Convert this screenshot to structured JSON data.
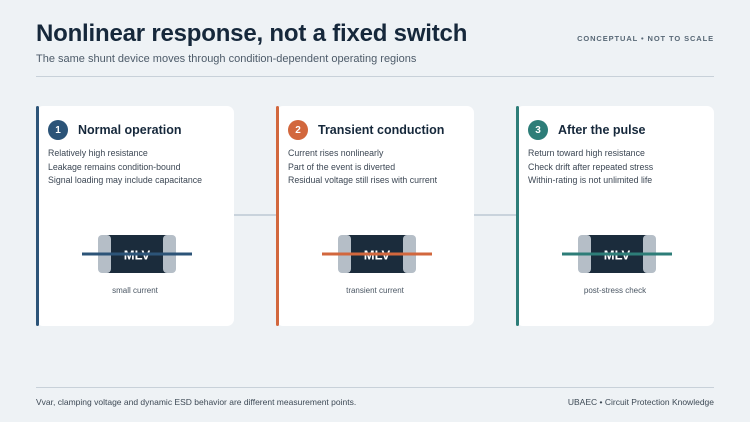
{
  "header": {
    "title": "Nonlinear response, not a fixed switch",
    "subtitle": "The same shunt device moves through condition-dependent operating regions",
    "tag": "CONCEPTUAL • NOT TO SCALE"
  },
  "stages": [
    {
      "number": "1",
      "title": "Normal operation",
      "lines": [
        "Relatively high resistance",
        "Leakage remains condition-bound",
        "Signal loading may include capacitance"
      ],
      "device_label": "MLV",
      "caption": "small current",
      "color": "#2c5478"
    },
    {
      "number": "2",
      "title": "Transient conduction",
      "lines": [
        "Current rises nonlinearly",
        "Part of the event is diverted",
        "Residual voltage still rises with current"
      ],
      "device_label": "MLV",
      "caption": "transient current",
      "color": "#d2673d"
    },
    {
      "number": "3",
      "title": "After the pulse",
      "lines": [
        "Return toward high resistance",
        "Check drift after repeated stress",
        "Within-rating is not unlimited life"
      ],
      "device_label": "MLV",
      "caption": "post-stress check",
      "color": "#2d7d78"
    }
  ],
  "footer": {
    "note": "Vvar, clamping voltage and dynamic ESD behavior are different measurement points.",
    "source": "UBAEC • Circuit Protection Knowledge"
  },
  "colors": {
    "device_body": "#1b2c3c",
    "device_cap": "#b5bec7"
  }
}
